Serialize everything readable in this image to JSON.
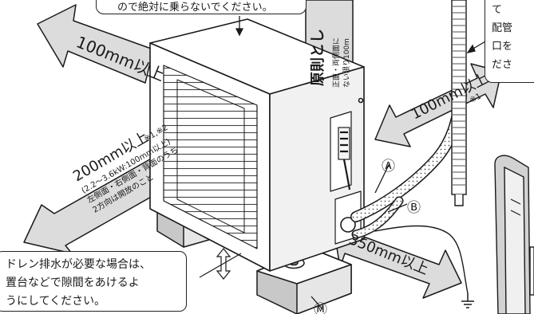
{
  "notes": {
    "top": "ので絶対に乗らないでください。",
    "top_right": [
      "て",
      "配管",
      "口を",
      "ださ"
    ],
    "drain": [
      "ドレン排水が必要な場合は、",
      "置台などで隙間をあけるよ",
      "うにしてください。"
    ]
  },
  "clearances": {
    "left": "100mm以上",
    "top_banner": "原則とし",
    "top_banner_sub1": "正面・両側面に",
    "top_banner_sub2": "ない限り100m",
    "right": "100mm以上",
    "right_ref": "※1",
    "back_title": "200mm以上",
    "back_ref": "※1,※2",
    "back_sub1": "(2.2〜3.6kW:100mm以上)",
    "back_sub2": "左側面・右側面・背面のうち",
    "back_sub3": "2方向は開放のこと",
    "front": "350mm以上"
  },
  "parts": {
    "a": "Ⓐ",
    "b": "Ⓑ",
    "m": "Ⓜ"
  },
  "colors": {
    "arrow_fill": "#dcdcdc",
    "line": "#1a1a1a",
    "unit_body": "#ffffff",
    "shade": "#bdbdbd"
  }
}
